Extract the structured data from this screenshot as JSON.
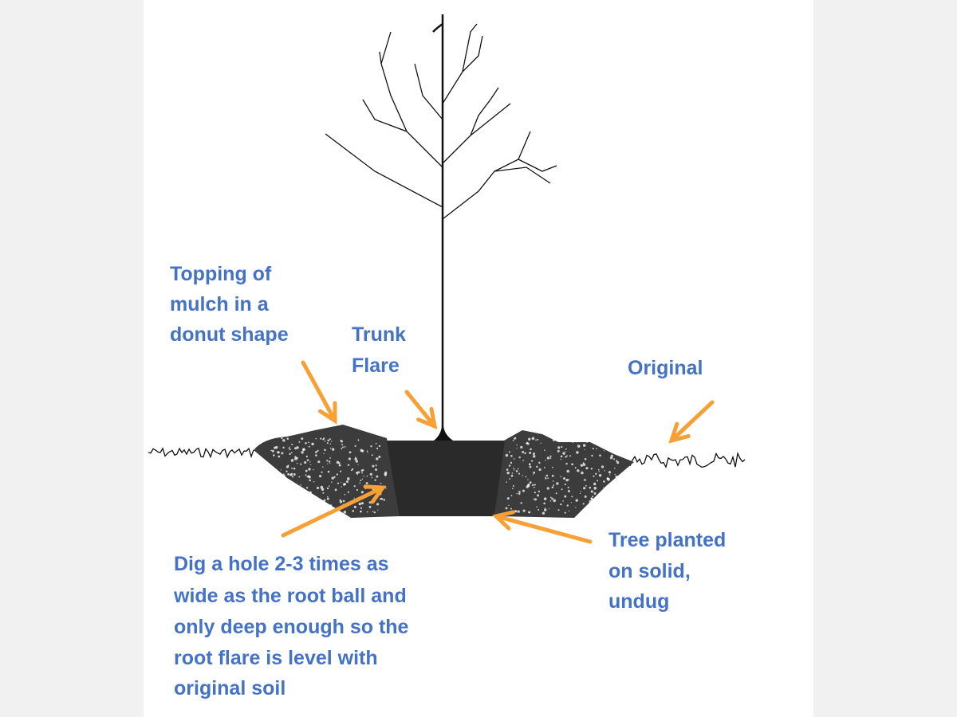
{
  "colors": {
    "label": "#4472c4",
    "arrow": "#f7a035",
    "soil": "#3c3c3c",
    "rootball": "#2a2a2a"
  },
  "labels": {
    "mulch": [
      "Topping of",
      "mulch in a",
      "donut shape"
    ],
    "flare": [
      "Trunk",
      "Flare"
    ],
    "original": [
      "Original"
    ],
    "dig": [
      "Dig a hole 2-3 times as",
      "wide as the root ball and",
      "only deep enough so the",
      "root flare is level with",
      "original soil"
    ],
    "planted": [
      "Tree planted",
      "on solid,",
      "undug"
    ]
  }
}
